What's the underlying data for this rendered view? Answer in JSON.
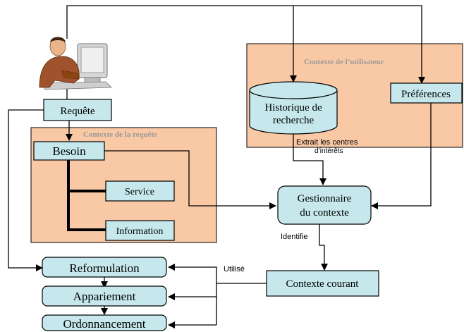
{
  "user_context": {
    "title": "Contexte de l’utilisateur",
    "history_line1": "Historique de",
    "history_line2": "recherche",
    "preferences": "Préférences",
    "extract_line1": "Extrait les centres",
    "extract_line2": "d’intérêts"
  },
  "query_context": {
    "title": "Contexte de la requête",
    "need": "Besoin",
    "service": "Service",
    "information": "Information"
  },
  "request": "Requête",
  "manager_line1": "Gestionnaire",
  "manager_line2": "du contexte",
  "identifies": "Identifie",
  "current_context": "Contexte courant",
  "used": "Utilisé",
  "steps": {
    "reformulation": "Reformulation",
    "matching": "Appariement",
    "ranking": "Ordonnancement"
  },
  "colors": {
    "node_fill": "#c6e8ec",
    "region_fill": "#f9c8a4",
    "region_title": "#9a9a9a",
    "line": "#000000"
  },
  "icons": {
    "user": "user-at-computer-icon"
  }
}
